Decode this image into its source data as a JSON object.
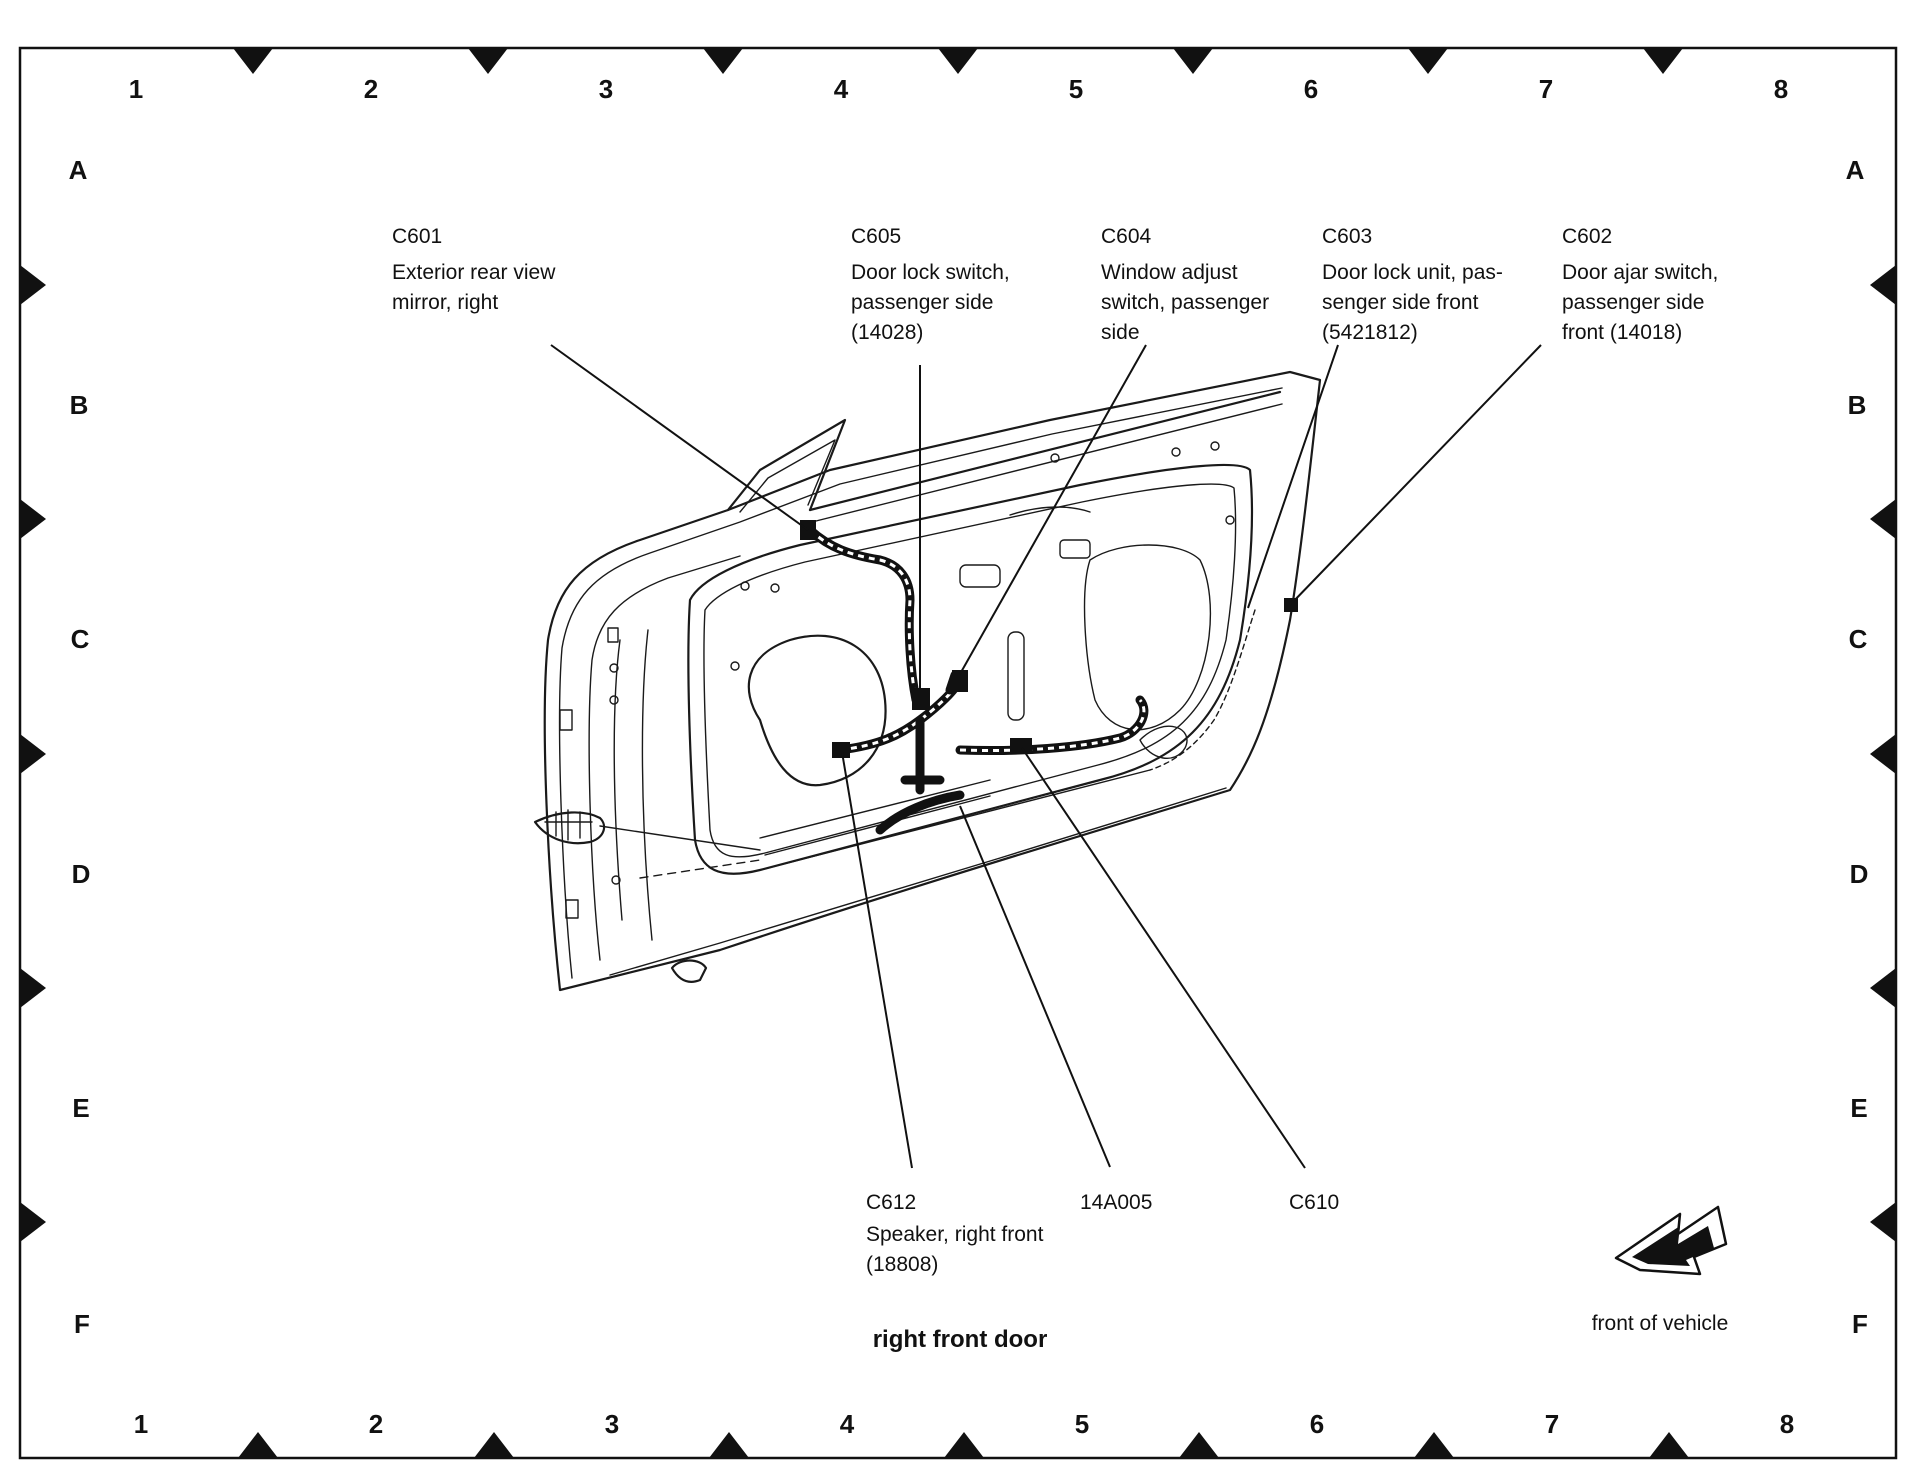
{
  "grid": {
    "columns": [
      "1",
      "2",
      "3",
      "4",
      "5",
      "6",
      "7",
      "8"
    ],
    "rows": [
      "A",
      "B",
      "C",
      "D",
      "E",
      "F"
    ]
  },
  "callouts": [
    {
      "id": "c601",
      "code": "C601",
      "lines": [
        "Exterior rear view",
        "mirror, right"
      ]
    },
    {
      "id": "c605",
      "code": "C605",
      "lines": [
        "Door lock switch,",
        "passenger side",
        "(14028)"
      ]
    },
    {
      "id": "c604",
      "code": "C604",
      "lines": [
        "Window adjust",
        "switch, passenger",
        "side"
      ]
    },
    {
      "id": "c603",
      "code": "C603",
      "lines": [
        "Door lock unit, pas-",
        "senger side front",
        "(5421812)"
      ]
    },
    {
      "id": "c602",
      "code": "C602",
      "lines": [
        "Door ajar switch,",
        "passenger side",
        "front (14018)"
      ]
    },
    {
      "id": "c612",
      "code": "C612",
      "lines": [
        "Speaker, right front",
        "(18808)"
      ]
    },
    {
      "id": "h14a005",
      "code": "14A005",
      "lines": []
    },
    {
      "id": "c610",
      "code": "C610",
      "lines": []
    }
  ],
  "footer": {
    "title": "right front door",
    "direction_label": "front of vehicle"
  },
  "icons": {
    "direction_arrow": "front-of-vehicle-arrow-icon"
  }
}
